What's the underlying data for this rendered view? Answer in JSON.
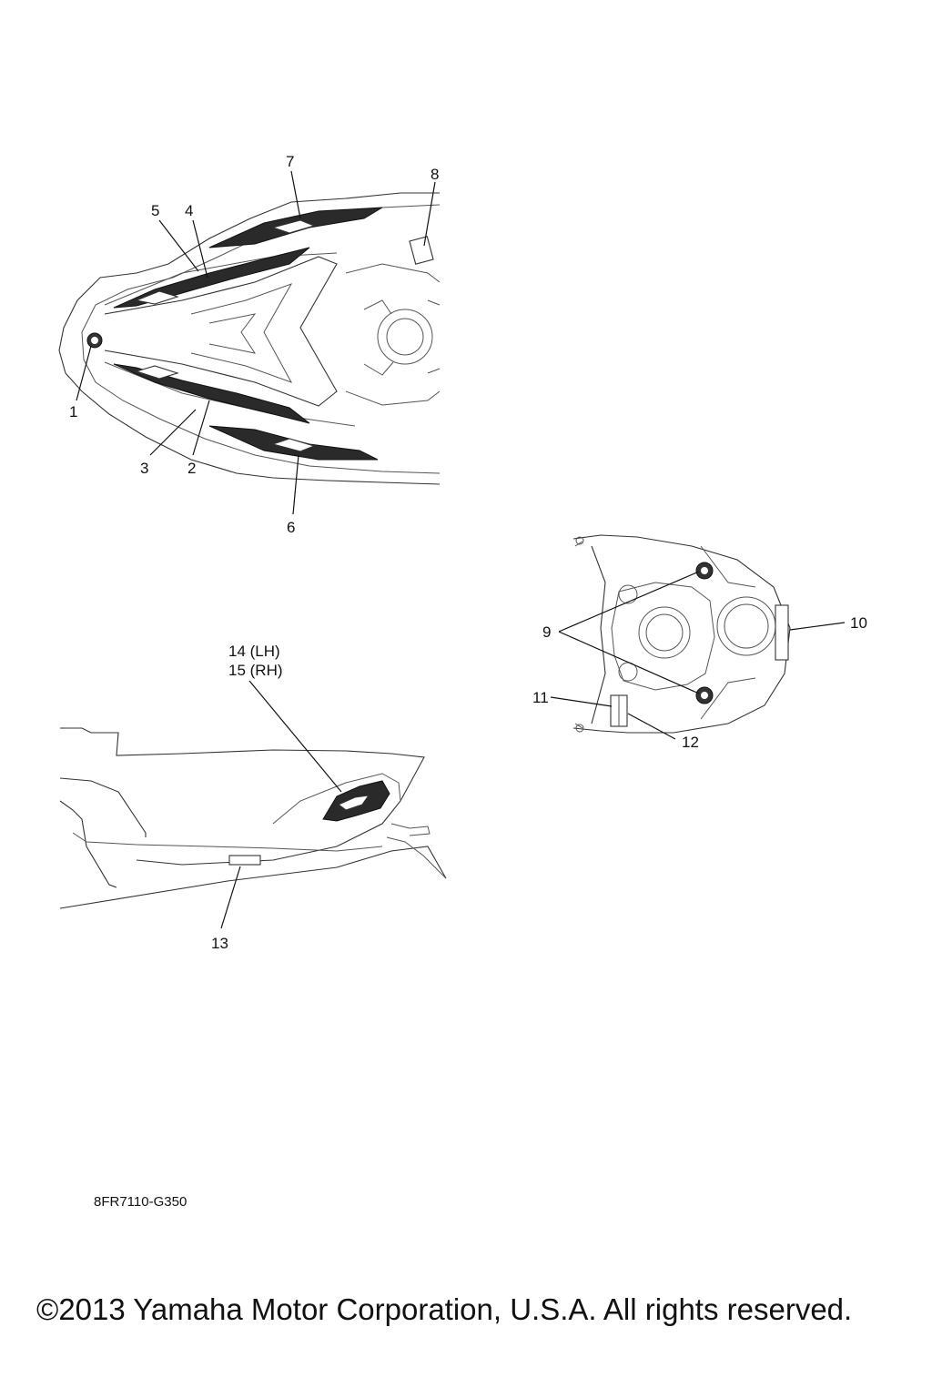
{
  "diagram": {
    "callouts": {
      "c1": "1",
      "c2": "2",
      "c3": "3",
      "c4": "4",
      "c5": "5",
      "c6": "6",
      "c7": "7",
      "c8": "8",
      "c9": "9",
      "c10": "10",
      "c11": "11",
      "c12": "12",
      "c13": "13",
      "c14": "14 (LH)",
      "c15": "15 (RH)"
    },
    "drawing_code": "8FR7110-G350"
  },
  "footer": {
    "copyright": "©2013 Yamaha Motor Corporation, U.S.A. All rights reserved."
  }
}
